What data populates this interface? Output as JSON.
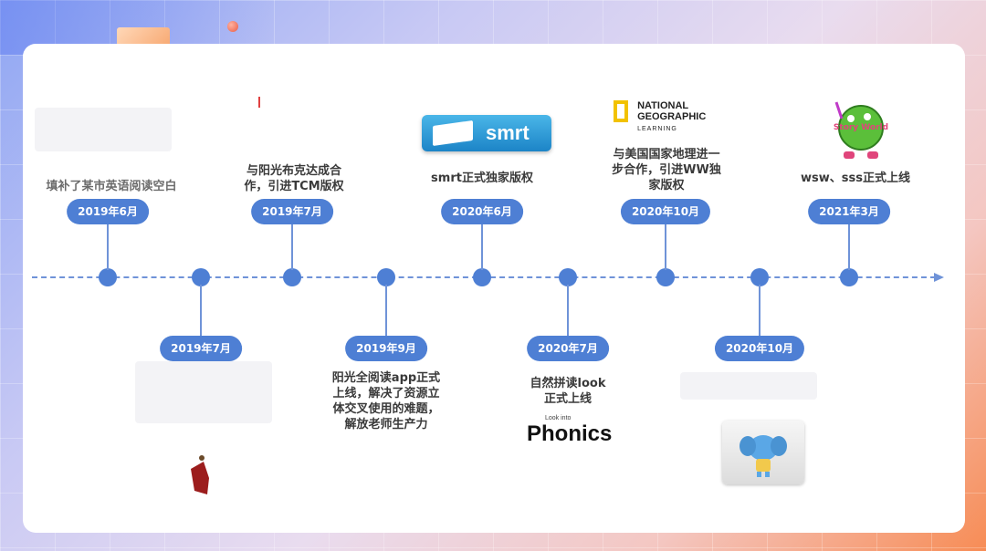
{
  "colors": {
    "accent": "#4e7fd4",
    "axis": "#6f93d8",
    "text": "#3a3a3a"
  },
  "events_top": [
    {
      "date": "2019年6月",
      "text": "填补了某市英语阅读空白"
    },
    {
      "date": "2019年7月",
      "text": "与阳光布克达成合\n作，引进TCM版权"
    },
    {
      "date": "2020年6月",
      "text": "smrt正式独家版权"
    },
    {
      "date": "2020年10月",
      "text": "与美国国家地理进一\n步合作，引进WW独\n家版权"
    },
    {
      "date": "2021年3月",
      "text": "wsw、sss正式上线"
    }
  ],
  "events_bottom": [
    {
      "date": "2019年7月",
      "text": ""
    },
    {
      "date": "2019年9月",
      "text": "阳光全阅读app正式\n上线，解决了资源立\n体交叉使用的难题，\n解放老师生产力"
    },
    {
      "date": "2020年7月",
      "text": "自然拼读look\n正式上线"
    },
    {
      "date": "2020年10月",
      "text": ""
    }
  ],
  "logos": {
    "smrt": "smrt",
    "natgeo_line1": "NATIONAL",
    "natgeo_line2": "GEOGRAPHIC",
    "natgeo_line3": "LEARNING",
    "phonics": "Phonics",
    "phonics_small": "Look into",
    "story_world": "Story World"
  }
}
